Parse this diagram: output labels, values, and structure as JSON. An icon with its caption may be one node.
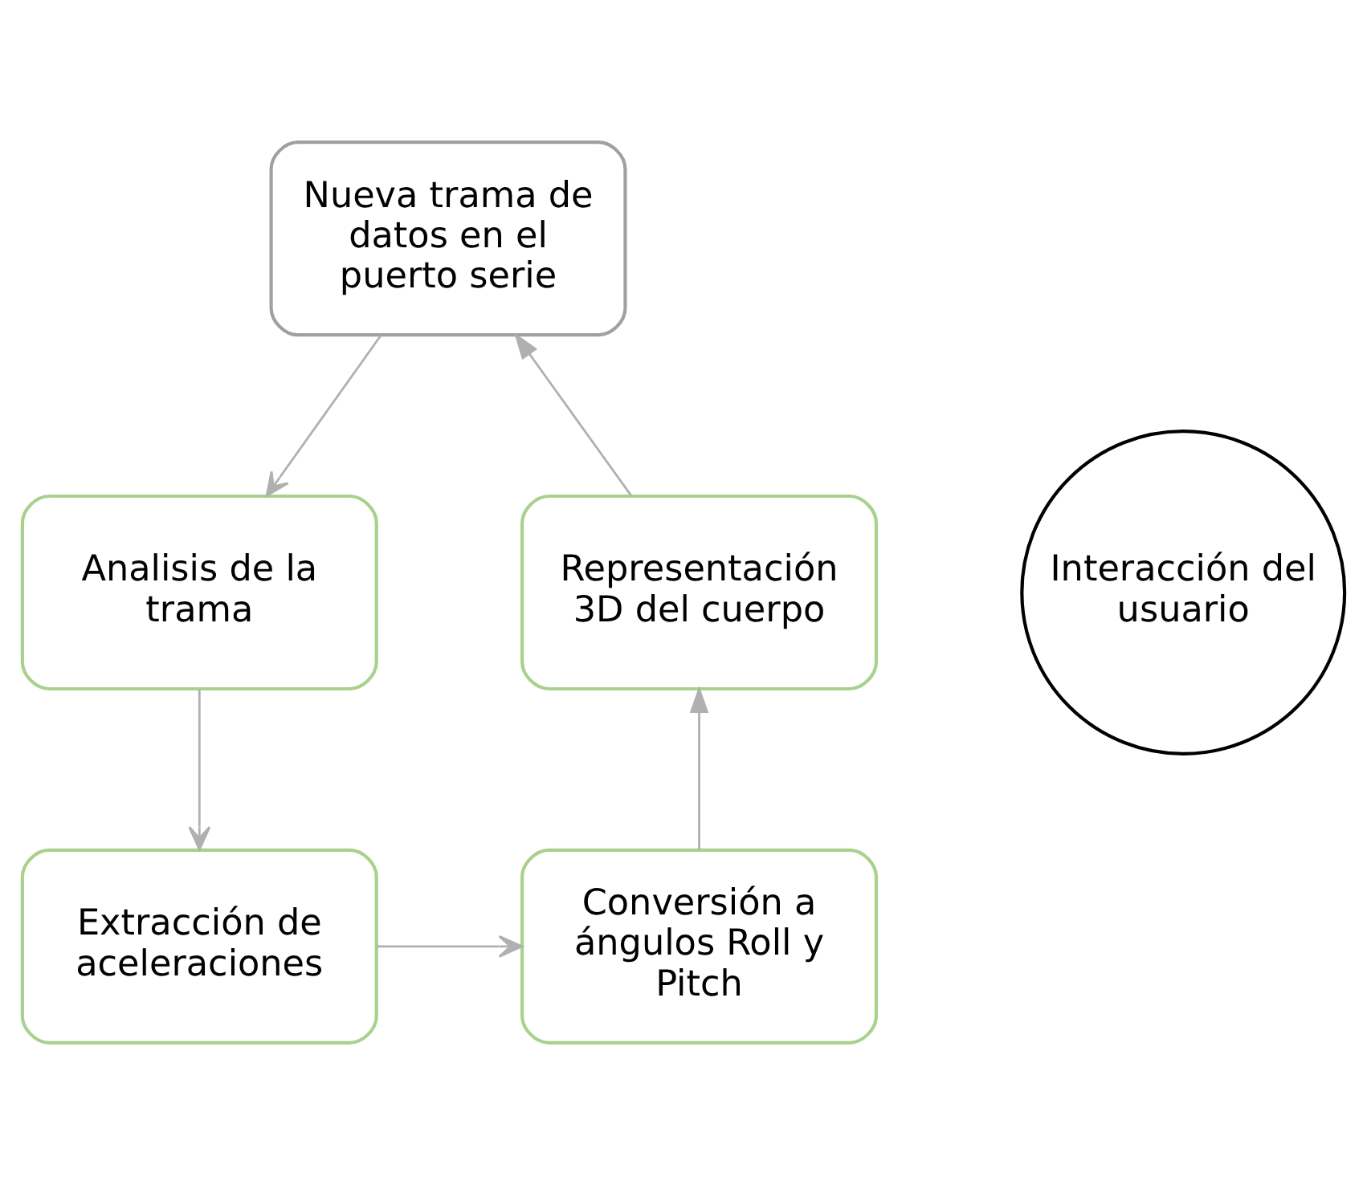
{
  "diagram": {
    "nodes": [
      {
        "text": [
          "Nueva trama de datos en el puerto serie"
        ]
      },
      {
        "text": [
          "Analisis de la trama"
        ]
      },
      {
        "text": [
          "Extracción de aceleraciones"
        ]
      },
      {
        "text": [
          "Conversión a ángulos Roll y Pitch"
        ]
      },
      {
        "text": [
          "Representación 3D del cuerpo"
        ]
      },
      {
        "text": [
          "Interacción del usuario"
        ]
      }
    ],
    "edges": [
      {
        "from": 0,
        "to": 1,
        "arrow": "to"
      },
      {
        "from": 1,
        "to": 2,
        "arrow": "to"
      },
      {
        "from": 2,
        "to": 3,
        "arrow": "to"
      },
      {
        "from": 3,
        "to": 4,
        "arrow": "to"
      },
      {
        "from": 4,
        "to": 0,
        "arrow": "to"
      }
    ]
  }
}
